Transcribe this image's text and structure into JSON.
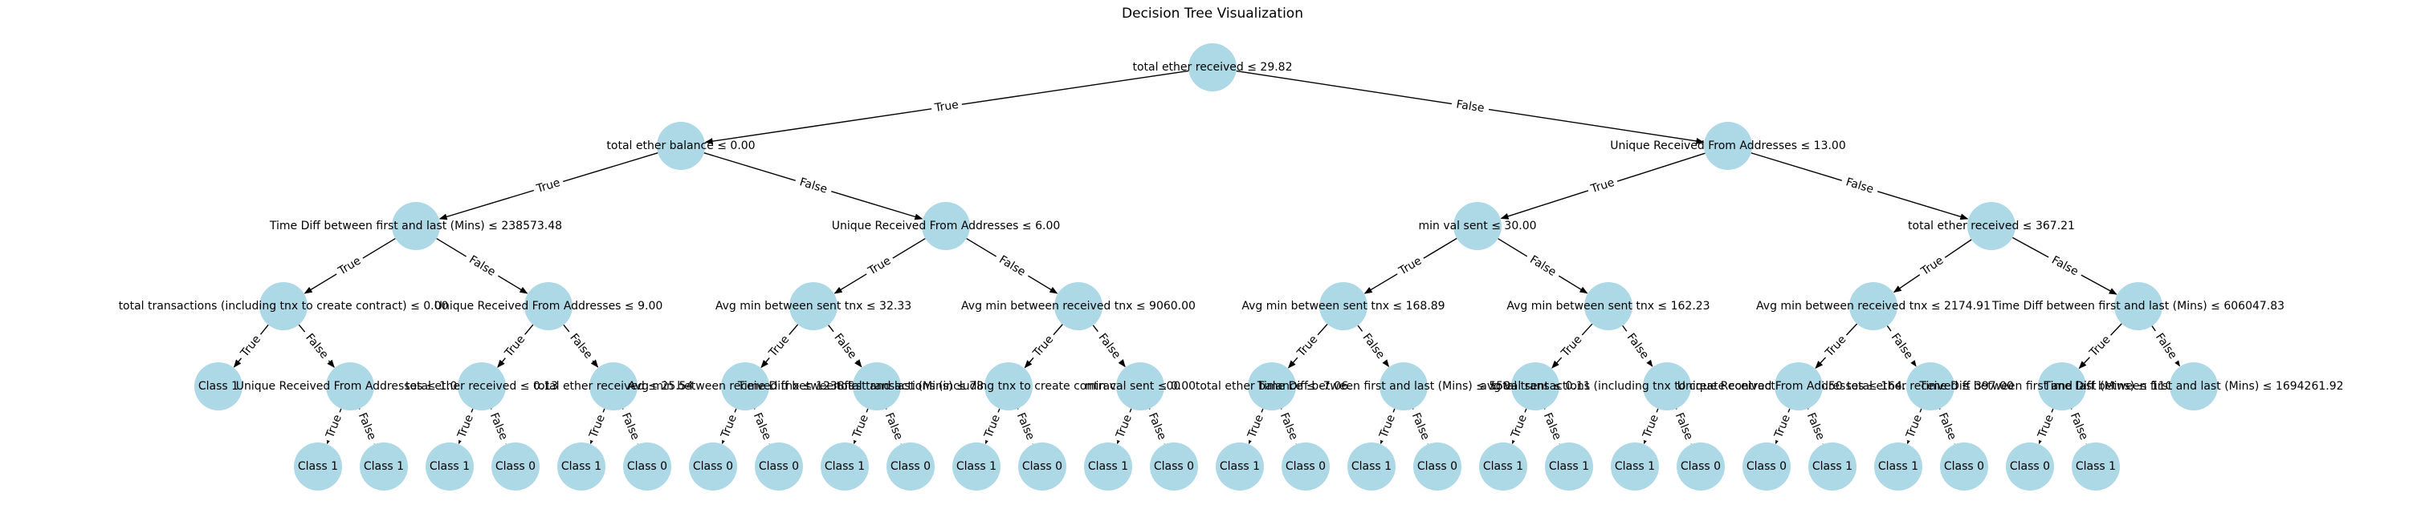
{
  "title": "Decision Tree Visualization",
  "nodes": [
    {
      "id": "n1",
      "label": "total ether received ≤ 29.82"
    },
    {
      "id": "n2",
      "label": "total ether balance ≤ 0.00"
    },
    {
      "id": "n3",
      "label": "Unique Received From Addresses ≤ 13.00"
    },
    {
      "id": "n4",
      "label": "Time Diff between first and last (Mins) ≤ 238573.48"
    },
    {
      "id": "n5",
      "label": "Unique Received From Addresses ≤ 6.00"
    },
    {
      "id": "n6",
      "label": "min val sent ≤ 30.00"
    },
    {
      "id": "n7",
      "label": "total ether received ≤ 367.21"
    },
    {
      "id": "n8",
      "label": "total transactions (including tnx to create contract) ≤ 0.00"
    },
    {
      "id": "n9",
      "label": "Unique Received From Addresses ≤ 9.00"
    },
    {
      "id": "n10",
      "label": "Avg min between sent tnx ≤ 32.33"
    },
    {
      "id": "n11",
      "label": "Avg min between received tnx ≤ 9060.00"
    },
    {
      "id": "n12",
      "label": "Avg min between sent tnx ≤ 168.89"
    },
    {
      "id": "n13",
      "label": "Avg min between sent tnx ≤ 162.23"
    },
    {
      "id": "n14",
      "label": "Avg min between received tnx ≤ 2174.91"
    },
    {
      "id": "n15",
      "label": "Time Diff between first and last (Mins) ≤ 606047.83"
    },
    {
      "id": "n16",
      "label": "Class 1"
    },
    {
      "id": "n17",
      "label": "Unique Received From Addresses ≤ 1.00"
    },
    {
      "id": "n18",
      "label": "total ether received ≤ 0.13"
    },
    {
      "id": "n19",
      "label": "total ether received ≤ 25.54"
    },
    {
      "id": "n20",
      "label": "Avg min between received tnx ≤ 1238.90"
    },
    {
      "id": "n21",
      "label": "Time Diff between first and last (Mins) ≤ 7852.52"
    },
    {
      "id": "n22",
      "label": "total transactions (including tnx to create contract) ≤ 199.00"
    },
    {
      "id": "n23",
      "label": "min val sent ≤ 0.00"
    },
    {
      "id": "n24",
      "label": "total ether balance ≤ -7.06"
    },
    {
      "id": "n25",
      "label": "Time Diff between first and last (Mins) ≤ 558960.80"
    },
    {
      "id": "n26",
      "label": "avg val sent ≤ 0.11"
    },
    {
      "id": "n27",
      "label": "total transactions (including tnx to create contract) ≤ 1586.50"
    },
    {
      "id": "n28",
      "label": "Unique Received From Addresses ≤ 164.00"
    },
    {
      "id": "n29",
      "label": "total ether received ≤ 397.00"
    },
    {
      "id": "n30",
      "label": "Time Diff between first and last (Mins) ≤ 11024.85"
    },
    {
      "id": "n31",
      "label": "Time Diff between first and last (Mins) ≤ 1694261.92"
    },
    {
      "id": "n32",
      "label": "Class 1"
    },
    {
      "id": "n33",
      "label": "Class 1"
    },
    {
      "id": "n34",
      "label": "Class 1"
    },
    {
      "id": "n35",
      "label": "Class 0"
    },
    {
      "id": "n36",
      "label": "Class 1"
    },
    {
      "id": "n37",
      "label": "Class 0"
    },
    {
      "id": "n38",
      "label": "Class 0"
    },
    {
      "id": "n39",
      "label": "Class 0"
    },
    {
      "id": "n40",
      "label": "Class 1"
    },
    {
      "id": "n41",
      "label": "Class 0"
    },
    {
      "id": "n42",
      "label": "Class 1"
    },
    {
      "id": "n43",
      "label": "Class 0"
    },
    {
      "id": "n44",
      "label": "Class 1"
    },
    {
      "id": "n45",
      "label": "Class 0"
    },
    {
      "id": "n46",
      "label": "Class 1"
    },
    {
      "id": "n47",
      "label": "Class 0"
    },
    {
      "id": "n48",
      "label": "Class 1"
    },
    {
      "id": "n49",
      "label": "Class 0"
    },
    {
      "id": "n50",
      "label": "Class 1"
    },
    {
      "id": "n51",
      "label": "Class 1"
    },
    {
      "id": "n52",
      "label": "Class 1"
    },
    {
      "id": "n53",
      "label": "Class 0"
    },
    {
      "id": "n54",
      "label": "Class 0"
    },
    {
      "id": "n55",
      "label": "Class 1"
    },
    {
      "id": "n56",
      "label": "Class 1"
    },
    {
      "id": "n57",
      "label": "Class 0"
    },
    {
      "id": "n58",
      "label": "Class 0"
    },
    {
      "id": "n59",
      "label": "Class 1"
    }
  ],
  "edges": [
    {
      "from": "n1",
      "to": "n2",
      "label": "True"
    },
    {
      "from": "n1",
      "to": "n3",
      "label": "False"
    },
    {
      "from": "n2",
      "to": "n4",
      "label": "True"
    },
    {
      "from": "n2",
      "to": "n5",
      "label": "False"
    },
    {
      "from": "n3",
      "to": "n6",
      "label": "True"
    },
    {
      "from": "n3",
      "to": "n7",
      "label": "False"
    },
    {
      "from": "n4",
      "to": "n8",
      "label": "True"
    },
    {
      "from": "n4",
      "to": "n9",
      "label": "False"
    },
    {
      "from": "n5",
      "to": "n10",
      "label": "True"
    },
    {
      "from": "n5",
      "to": "n11",
      "label": "False"
    },
    {
      "from": "n6",
      "to": "n12",
      "label": "True"
    },
    {
      "from": "n6",
      "to": "n13",
      "label": "False"
    },
    {
      "from": "n7",
      "to": "n14",
      "label": "True"
    },
    {
      "from": "n7",
      "to": "n15",
      "label": "False"
    },
    {
      "from": "n8",
      "to": "n16",
      "label": "True"
    },
    {
      "from": "n8",
      "to": "n17",
      "label": "False"
    },
    {
      "from": "n9",
      "to": "n18",
      "label": "True"
    },
    {
      "from": "n9",
      "to": "n19",
      "label": "False"
    },
    {
      "from": "n10",
      "to": "n20",
      "label": "True"
    },
    {
      "from": "n10",
      "to": "n21",
      "label": "False"
    },
    {
      "from": "n11",
      "to": "n22",
      "label": "True"
    },
    {
      "from": "n11",
      "to": "n23",
      "label": "False"
    },
    {
      "from": "n12",
      "to": "n24",
      "label": "True"
    },
    {
      "from": "n12",
      "to": "n25",
      "label": "False"
    },
    {
      "from": "n13",
      "to": "n26",
      "label": "True"
    },
    {
      "from": "n13",
      "to": "n27",
      "label": "False"
    },
    {
      "from": "n14",
      "to": "n28",
      "label": "True"
    },
    {
      "from": "n14",
      "to": "n29",
      "label": "False"
    },
    {
      "from": "n15",
      "to": "n30",
      "label": "True"
    },
    {
      "from": "n15",
      "to": "n31",
      "label": "False"
    },
    {
      "from": "n17",
      "to": "n32",
      "label": "True"
    },
    {
      "from": "n17",
      "to": "n33",
      "label": "False"
    },
    {
      "from": "n18",
      "to": "n34",
      "label": "True"
    },
    {
      "from": "n18",
      "to": "n35",
      "label": "False"
    },
    {
      "from": "n19",
      "to": "n36",
      "label": "True"
    },
    {
      "from": "n19",
      "to": "n37",
      "label": "False"
    },
    {
      "from": "n20",
      "to": "n38",
      "label": "True"
    },
    {
      "from": "n20",
      "to": "n39",
      "label": "False"
    },
    {
      "from": "n21",
      "to": "n40",
      "label": "True"
    },
    {
      "from": "n21",
      "to": "n41",
      "label": "False"
    },
    {
      "from": "n22",
      "to": "n42",
      "label": "True"
    },
    {
      "from": "n22",
      "to": "n43",
      "label": "False"
    },
    {
      "from": "n23",
      "to": "n44",
      "label": "True"
    },
    {
      "from": "n23",
      "to": "n45",
      "label": "False"
    },
    {
      "from": "n24",
      "to": "n46",
      "label": "True"
    },
    {
      "from": "n24",
      "to": "n47",
      "label": "False"
    },
    {
      "from": "n25",
      "to": "n48",
      "label": "True"
    },
    {
      "from": "n25",
      "to": "n49",
      "label": "False"
    },
    {
      "from": "n26",
      "to": "n50",
      "label": "True"
    },
    {
      "from": "n26",
      "to": "n51",
      "label": "False"
    },
    {
      "from": "n27",
      "to": "n52",
      "label": "True"
    },
    {
      "from": "n27",
      "to": "n53",
      "label": "False"
    },
    {
      "from": "n28",
      "to": "n54",
      "label": "True"
    },
    {
      "from": "n28",
      "to": "n55",
      "label": "False"
    },
    {
      "from": "n29",
      "to": "n56",
      "label": "True"
    },
    {
      "from": "n29",
      "to": "n57",
      "label": "False"
    },
    {
      "from": "n30",
      "to": "n58",
      "label": "True"
    },
    {
      "from": "n30",
      "to": "n59",
      "label": "False"
    }
  ]
}
